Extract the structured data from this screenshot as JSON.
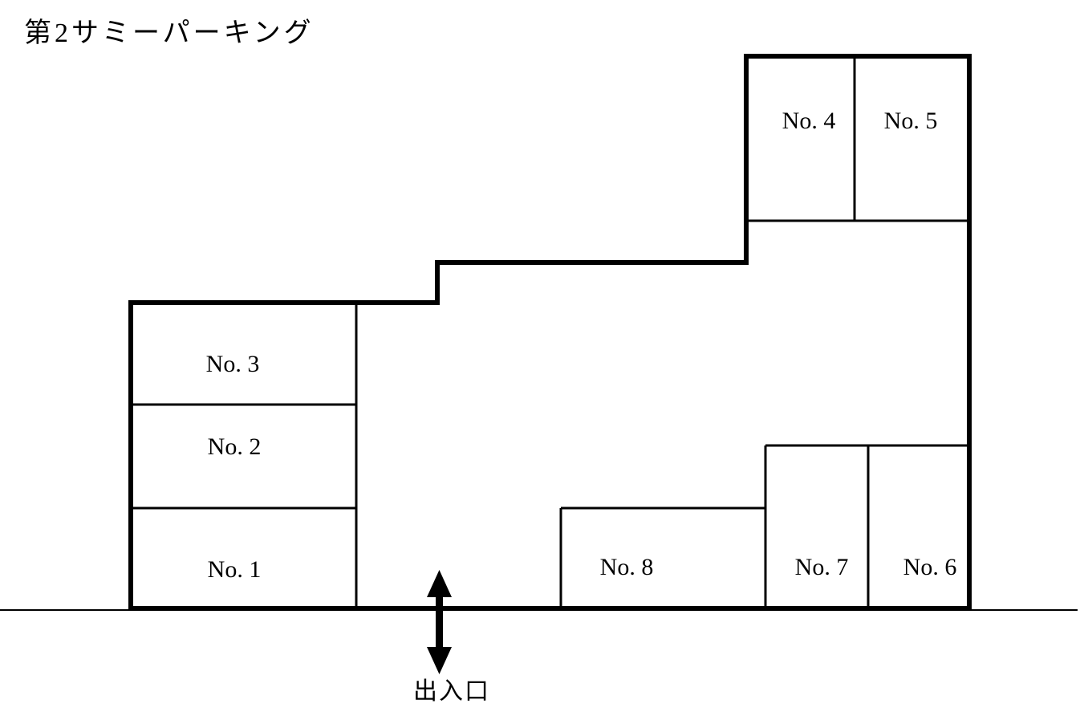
{
  "page": {
    "title": "第2サミーパーキング",
    "background_color": "#ffffff",
    "line_color": "#000000"
  },
  "parking": {
    "stalls": [
      {
        "id": "no-1",
        "label": "No. 1",
        "number": "1"
      },
      {
        "id": "no-2",
        "label": "No. 2",
        "number": "2"
      },
      {
        "id": "no-3",
        "label": "No. 3",
        "number": "3"
      },
      {
        "id": "no-4",
        "label": "No. 4",
        "number": "4"
      },
      {
        "id": "no-5",
        "label": "No. 5",
        "number": "5"
      },
      {
        "id": "no-6",
        "label": "No. 6",
        "number": "6"
      },
      {
        "id": "no-7",
        "label": "No. 7",
        "number": "7"
      },
      {
        "id": "no-8",
        "label": "No. 8",
        "number": "8"
      }
    ],
    "entrance": {
      "label": "出入口",
      "icon": "double-headed-vertical-arrow-icon"
    }
  }
}
